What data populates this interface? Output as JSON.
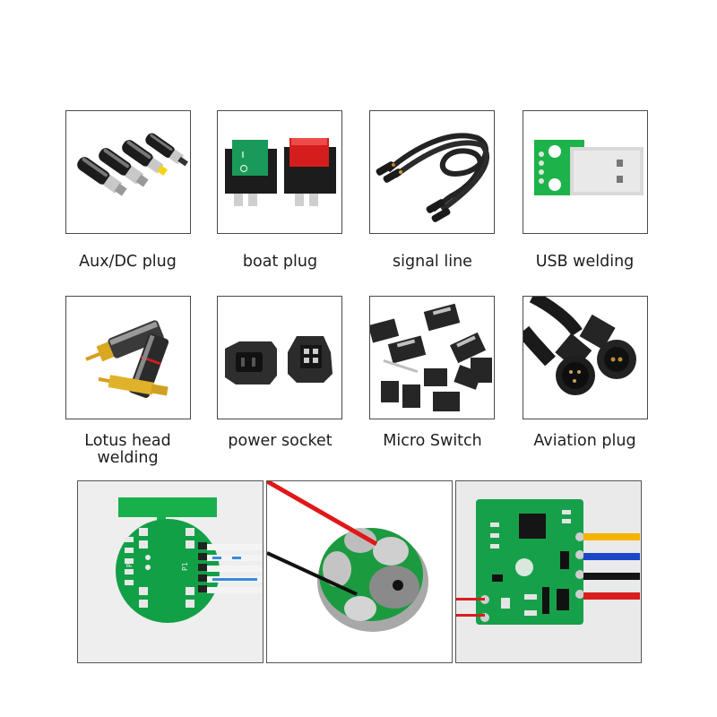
{
  "products": [
    {
      "id": "aux-dc-plug",
      "label": "Aux/DC plug"
    },
    {
      "id": "boat-plug",
      "label": "boat plug"
    },
    {
      "id": "signal-line",
      "label": "signal line"
    },
    {
      "id": "usb-welding",
      "label": "USB welding"
    },
    {
      "id": "lotus-head-welding",
      "label": "Lotus head\nwelding"
    },
    {
      "id": "power-socket",
      "label": "power socket"
    },
    {
      "id": "micro-switch",
      "label": "Micro Switch"
    },
    {
      "id": "aviation-plug",
      "label": "Aviation plug"
    }
  ],
  "examples": [
    {
      "id": "round-pcb-ribbon",
      "pcb_labels": [
        "P3",
        "P1"
      ]
    },
    {
      "id": "microphone-capsule-wires"
    },
    {
      "id": "square-pcb-module",
      "wire_colors": [
        "#f5b400",
        "#1e46c8",
        "#151515",
        "#d81e1e"
      ]
    }
  ],
  "colors": {
    "pcb_green": "#1aa84a",
    "tile_border": "#4a4a4a",
    "caption_text": "#1e1e1e"
  }
}
